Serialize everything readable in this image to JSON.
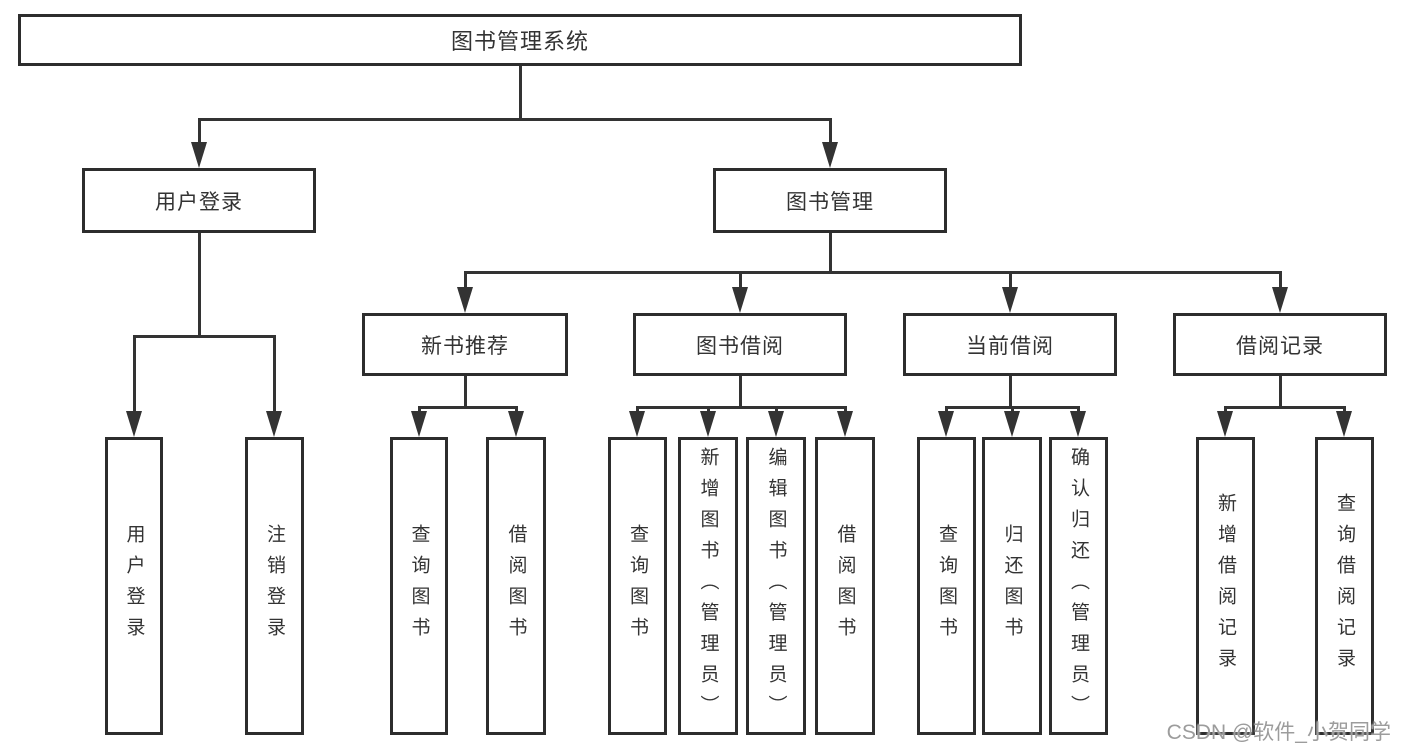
{
  "watermark": {
    "text": "CSDN @软件_小贺同学"
  },
  "colors": {
    "line": "#333333",
    "box_border": "#2d2d2d",
    "text": "#333333",
    "watermark_text": "#9c9c9c",
    "background": "#ffffff"
  },
  "tree": {
    "root": {
      "label": "图书管理系统"
    },
    "branches": [
      {
        "label": "用户登录",
        "children": [
          {
            "label": "用户登录"
          },
          {
            "label": "注销登录"
          }
        ]
      },
      {
        "label": "图书管理",
        "children": [
          {
            "label": "新书推荐",
            "children": [
              {
                "label": "查询图书"
              },
              {
                "label": "借阅图书"
              }
            ]
          },
          {
            "label": "图书借阅",
            "children": [
              {
                "label": "查询图书"
              },
              {
                "label": "新增图书（管理员）"
              },
              {
                "label": "编辑图书（管理员）"
              },
              {
                "label": "借阅图书"
              }
            ]
          },
          {
            "label": "当前借阅",
            "children": [
              {
                "label": "查询图书"
              },
              {
                "label": "归还图书"
              },
              {
                "label": "确认归还（管理员）"
              }
            ]
          },
          {
            "label": "借阅记录",
            "children": [
              {
                "label": "新增借阅记录"
              },
              {
                "label": "查询借阅记录"
              }
            ]
          }
        ]
      }
    ]
  }
}
